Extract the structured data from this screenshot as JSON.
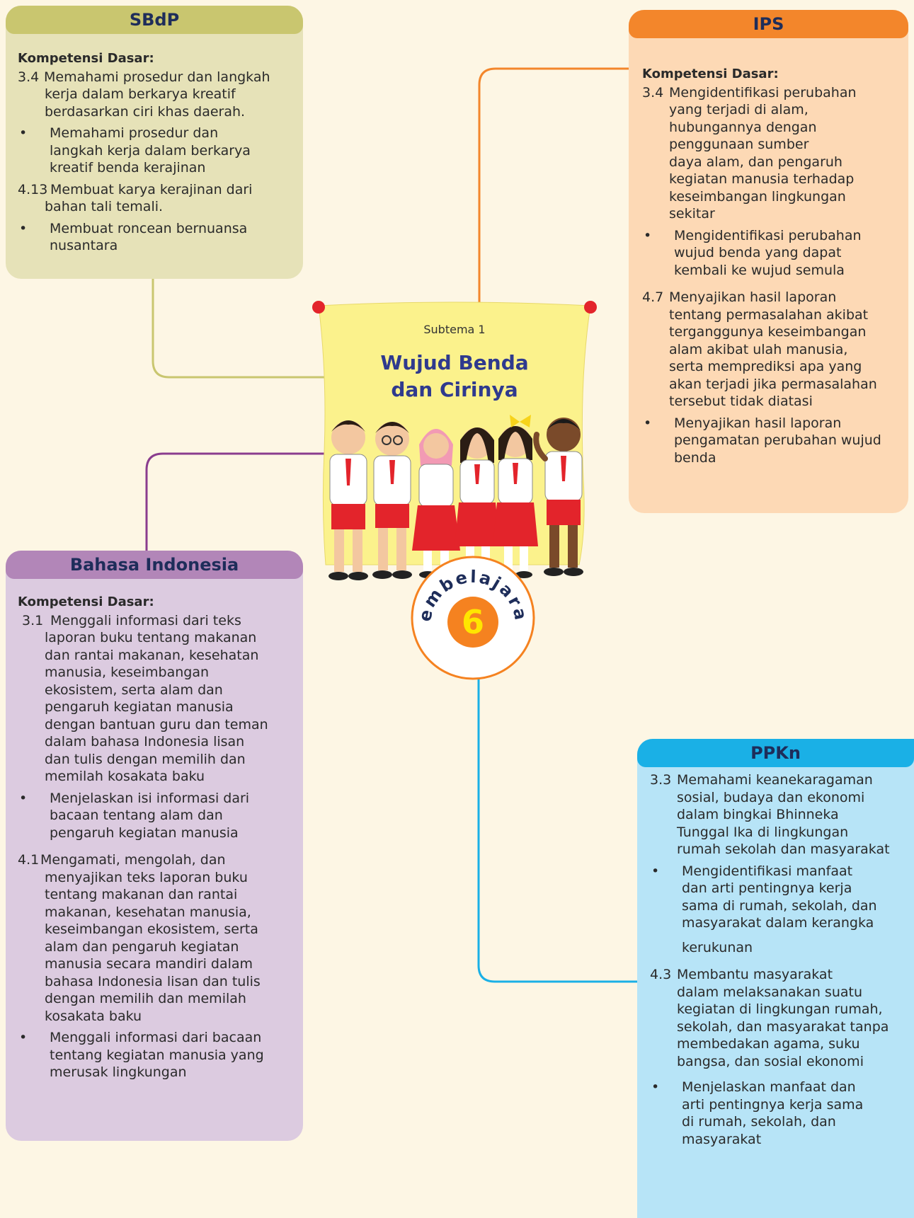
{
  "colors": {
    "background": "#fdf6e4",
    "sbdp_header": "#c9c66f",
    "sbdp_body": "#e6e2b8",
    "ips_header": "#f3862b",
    "ips_body": "#fdd9b5",
    "bi_header": "#b286b8",
    "bi_body": "#dccbe0",
    "ppkn_header": "#1ab0e6",
    "ppkn_body": "#b7e4f7",
    "poster": "#fbf28c",
    "badge_circle": "#f58220",
    "badge_number": "#ffe600"
  },
  "center": {
    "subtema": "Subtema 1",
    "title_line1": "Wujud Benda",
    "title_line2": "dan Cirinya",
    "illustration": "students-group-illustration",
    "badge_word": "Pembelajaran",
    "badge_number": "6"
  },
  "sbdp": {
    "title": "SBdP",
    "heading": "Kompetensi Dasar:",
    "kd1_num": "3.4",
    "kd1_l1": "Memahami prosedur dan langkah",
    "kd1_l2": "kerja dalam berkarya kreatif",
    "kd1_l3": "berdasarkan ciri khas daerah.",
    "b1_l1": "Memahami prosedur dan",
    "b1_l2": "langkah kerja dalam berkarya",
    "b1_l3": "kreatif benda kerajinan",
    "kd2_num": "4.13",
    "kd2_l1": "Membuat karya kerajinan dari",
    "kd2_l2": "bahan tali temali.",
    "b2_l1": "Membuat roncean bernuansa",
    "b2_l2": "nusantara",
    "bullet": "•"
  },
  "ips": {
    "title": "IPS",
    "heading": "Kompetensi Dasar:",
    "kd1_num": "3.4",
    "kd1_l1": "Mengidentifikasi perubahan",
    "kd1_l2": "yang terjadi di alam,",
    "kd1_l3": "hubungannya dengan",
    "kd1_l4": "penggunaan sumber",
    "kd1_l5": "daya alam, dan pengaruh",
    "kd1_l6": "kegiatan manusia terhadap",
    "kd1_l7": "keseimbangan lingkungan",
    "kd1_l8": "sekitar",
    "b1_l1": "Mengidentifikasi perubahan",
    "b1_l2": "wujud benda yang dapat",
    "b1_l3": "kembali ke wujud semula",
    "kd2_num": "4.7",
    "kd2_l1": "Menyajikan hasil laporan",
    "kd2_l2": "tentang permasalahan akibat",
    "kd2_l3": "terganggunya keseimbangan",
    "kd2_l4": "alam akibat ulah manusia,",
    "kd2_l5": "serta memprediksi apa yang",
    "kd2_l6": "akan terjadi jika permasalahan",
    "kd2_l7": "tersebut tidak diatasi",
    "b2_l1": "Menyajikan hasil laporan",
    "b2_l2": "pengamatan perubahan wujud",
    "b2_l3": "benda",
    "bullet": "•"
  },
  "bi": {
    "title": "Bahasa Indonesia",
    "heading": "Kompetensi Dasar:",
    "kd1_num": "3.1",
    "kd1_l1": "Menggali informasi dari teks",
    "kd1_l2": "laporan buku tentang makanan",
    "kd1_l3": "dan rantai makanan, kesehatan",
    "kd1_l4": "manusia, keseimbangan",
    "kd1_l5": "ekosistem, serta alam dan",
    "kd1_l6": "pengaruh kegiatan manusia",
    "kd1_l7": "dengan bantuan guru dan teman",
    "kd1_l8": "dalam bahasa Indonesia lisan",
    "kd1_l9": "dan tulis dengan memilih dan",
    "kd1_l10": "memilah kosakata baku",
    "b1_l1": "Menjelaskan isi informasi dari",
    "b1_l2": "bacaan tentang alam dan",
    "b1_l3": "pengaruh kegiatan manusia",
    "kd2_num": "4.1",
    "kd2_l1": "Mengamati, mengolah, dan",
    "kd2_l2": "menyajikan teks laporan buku",
    "kd2_l3": "tentang makanan dan rantai",
    "kd2_l4": "makanan, kesehatan manusia,",
    "kd2_l5": "keseimbangan ekosistem, serta",
    "kd2_l6": "alam dan pengaruh kegiatan",
    "kd2_l7": "manusia secara mandiri dalam",
    "kd2_l8": "bahasa Indonesia lisan dan tulis",
    "kd2_l9": "dengan memilih dan memilah",
    "kd2_l10": "kosakata baku",
    "b2_l1": "Menggali informasi dari bacaan",
    "b2_l2": "tentang kegiatan manusia yang",
    "b2_l3": "merusak lingkungan",
    "bullet": "•"
  },
  "ppkn": {
    "title": "PPKn",
    "kd1_num": "3.3",
    "kd1_l1": "Memahami keanekaragaman",
    "kd1_l2": "sosial, budaya dan ekonomi",
    "kd1_l3": "dalam bingkai Bhinneka",
    "kd1_l4": "Tunggal Ika di lingkungan",
    "kd1_l5": "rumah sekolah dan masyarakat",
    "b1_l1": "Mengidentifikasi  manfaat",
    "b1_l2": "dan arti pentingnya kerja",
    "b1_l3": "sama di rumah, sekolah, dan",
    "b1_l4": "masyarakat dalam kerangka",
    "b1_l5": "kerukunan",
    "kd2_num": "4.3",
    "kd2_l1": "Membantu masyarakat",
    "kd2_l2": "dalam melaksanakan suatu",
    "kd2_l3": "kegiatan di lingkungan rumah,",
    "kd2_l4": "sekolah, dan masyarakat tanpa",
    "kd2_l5": "membedakan agama, suku",
    "kd2_l6": "bangsa, dan sosial ekonomi",
    "b2_l1": "Menjelaskan manfaat dan",
    "b2_l2": "arti pentingnya kerja sama",
    "b2_l3": "di rumah, sekolah, dan",
    "b2_l4": "masyarakat",
    "bullet": "•"
  }
}
